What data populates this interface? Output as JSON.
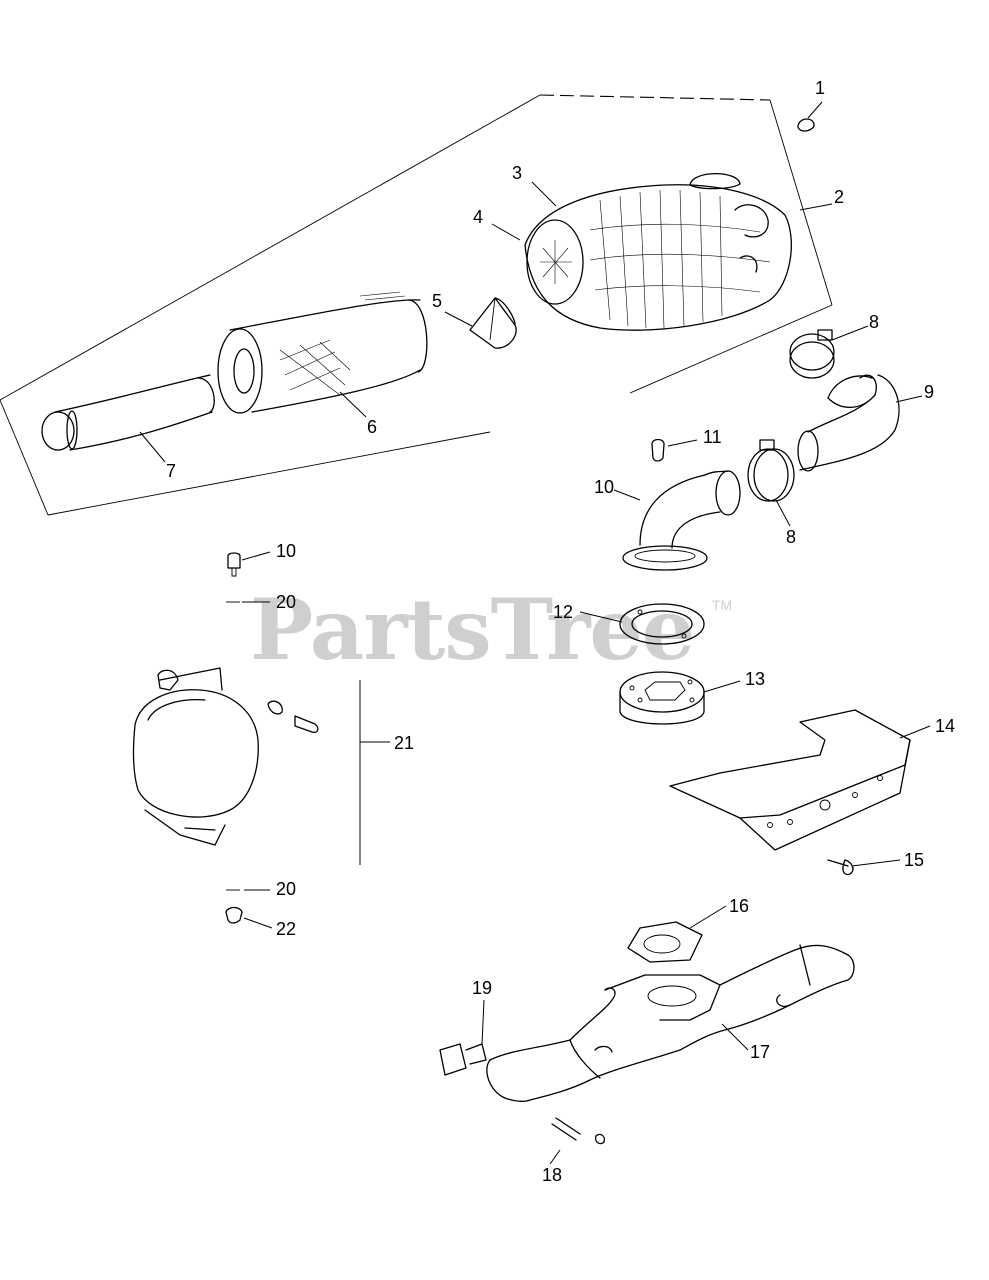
{
  "diagram": {
    "watermark": "PartsTree",
    "watermark_tm": "TM",
    "callouts": [
      {
        "id": "c1",
        "text": "1"
      },
      {
        "id": "c2",
        "text": "2"
      },
      {
        "id": "c3",
        "text": "3"
      },
      {
        "id": "c4",
        "text": "4"
      },
      {
        "id": "c5",
        "text": "5"
      },
      {
        "id": "c6",
        "text": "6"
      },
      {
        "id": "c7",
        "text": "7"
      },
      {
        "id": "c8a",
        "text": "8"
      },
      {
        "id": "c9",
        "text": "9"
      },
      {
        "id": "c11",
        "text": "11"
      },
      {
        "id": "c10a",
        "text": "10"
      },
      {
        "id": "c8b",
        "text": "8"
      },
      {
        "id": "c10b",
        "text": "10"
      },
      {
        "id": "c20a",
        "text": "20"
      },
      {
        "id": "c12",
        "text": "12"
      },
      {
        "id": "c13",
        "text": "13"
      },
      {
        "id": "c14",
        "text": "14"
      },
      {
        "id": "c21",
        "text": "21"
      },
      {
        "id": "c15",
        "text": "15"
      },
      {
        "id": "c20b",
        "text": "20"
      },
      {
        "id": "c22",
        "text": "22"
      },
      {
        "id": "c16",
        "text": "16"
      },
      {
        "id": "c19",
        "text": "19"
      },
      {
        "id": "c17",
        "text": "17"
      },
      {
        "id": "c18",
        "text": "18"
      }
    ]
  }
}
